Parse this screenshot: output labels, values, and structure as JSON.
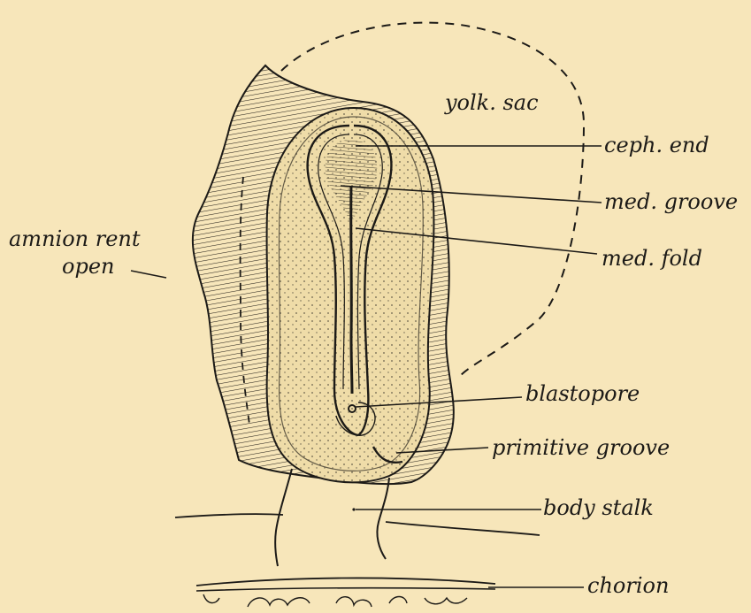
{
  "labels": {
    "yolk_sac": "yolk. sac",
    "ceph_end": "ceph. end",
    "med_groove": "med. groove",
    "med_fold": "med. fold",
    "amnion_rent": "amnion rent",
    "open": "open",
    "blastopore": "blastopore",
    "primitive_groove": "primitive groove",
    "body_stalk": "body stalk",
    "chorion": "chorion"
  },
  "colors": {
    "paper": "#f7e6ba",
    "ink": "#1c1a17"
  }
}
